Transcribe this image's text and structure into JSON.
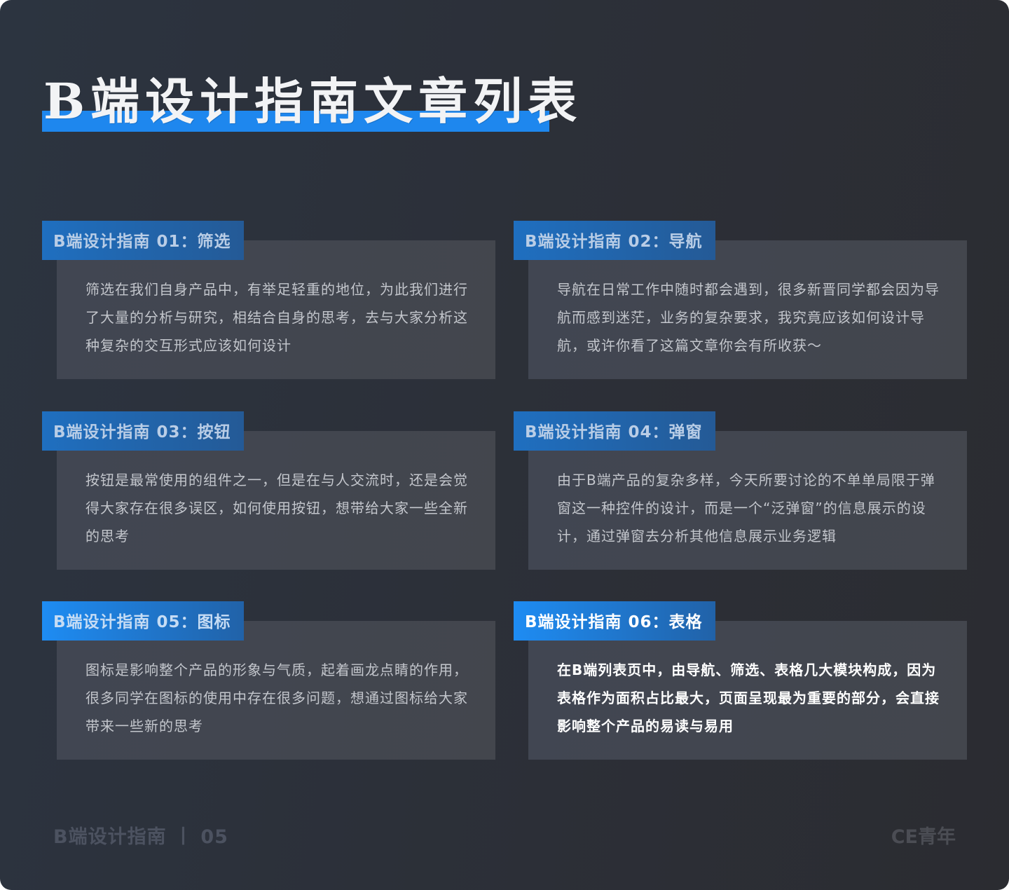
{
  "header": {
    "title": "B端设计指南文章列表",
    "accent_color": "#1e87ee"
  },
  "articles": [
    {
      "tag": "B端设计指南 01：筛选",
      "description": "筛选在我们自身产品中，有举足轻重的地位，为此我们进行了大量的分析与研究，相结合自身的思考，去与大家分析这种复杂的交互形式应该如何设计"
    },
    {
      "tag": "B端设计指南 02：导航",
      "description": "导航在日常工作中随时都会遇到，很多新晋同学都会因为导航而感到迷茫，业务的复杂要求，我究竟应该如何设计导航，或许你看了这篇文章你会有所收获～"
    },
    {
      "tag": "B端设计指南 03：按钮",
      "description": "按钮是最常使用的组件之一，但是在与人交流时，还是会觉得大家存在很多误区，如何使用按钮，想带给大家一些全新的思考"
    },
    {
      "tag": "B端设计指南 04：弹窗",
      "description": "由于B端产品的复杂多样，今天所要讨论的不单单局限于弹窗这一种控件的设计，而是一个“泛弹窗”的信息展示的设计，通过弹窗去分析其他信息展示业务逻辑"
    },
    {
      "tag": "B端设计指南 05：图标",
      "description": "图标是影响整个产品的形象与气质，起着画龙点睛的作用，很多同学在图标的使用中存在很多问题，想通过图标给大家带来一些新的思考"
    },
    {
      "tag": "B端设计指南 06：表格",
      "description": "在B端列表页中，由导航、筛选、表格几大模块构成，因为表格作为面积占比最大，页面呈现最为重要的部分，会直接影响整个产品的易读与易用"
    }
  ],
  "footer": {
    "left": "B端设计指南 丨 05",
    "right": "CE青年"
  }
}
